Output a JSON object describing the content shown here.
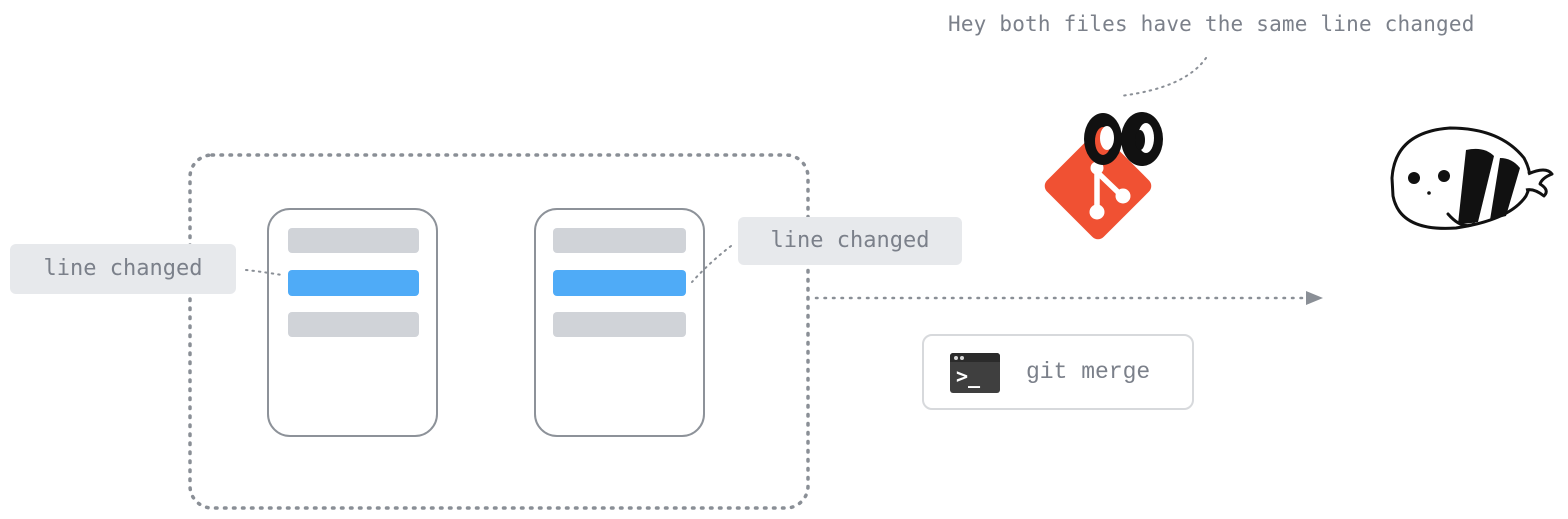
{
  "caption": "Hey both files have the same line changed",
  "left_tag": "line changed",
  "right_tag": "line changed",
  "command": {
    "label": "git merge",
    "icon": "terminal-icon"
  },
  "icons": {
    "git_logo": "git-logo-icon",
    "mascot": "fish-mascot-icon"
  },
  "colors": {
    "changed_line": "#4fabf7",
    "unchanged_line": "#d0d3d8",
    "git_orange": "#f05133",
    "label_bg": "#e7e9ec",
    "dotted_outline": "#8a8f96"
  }
}
